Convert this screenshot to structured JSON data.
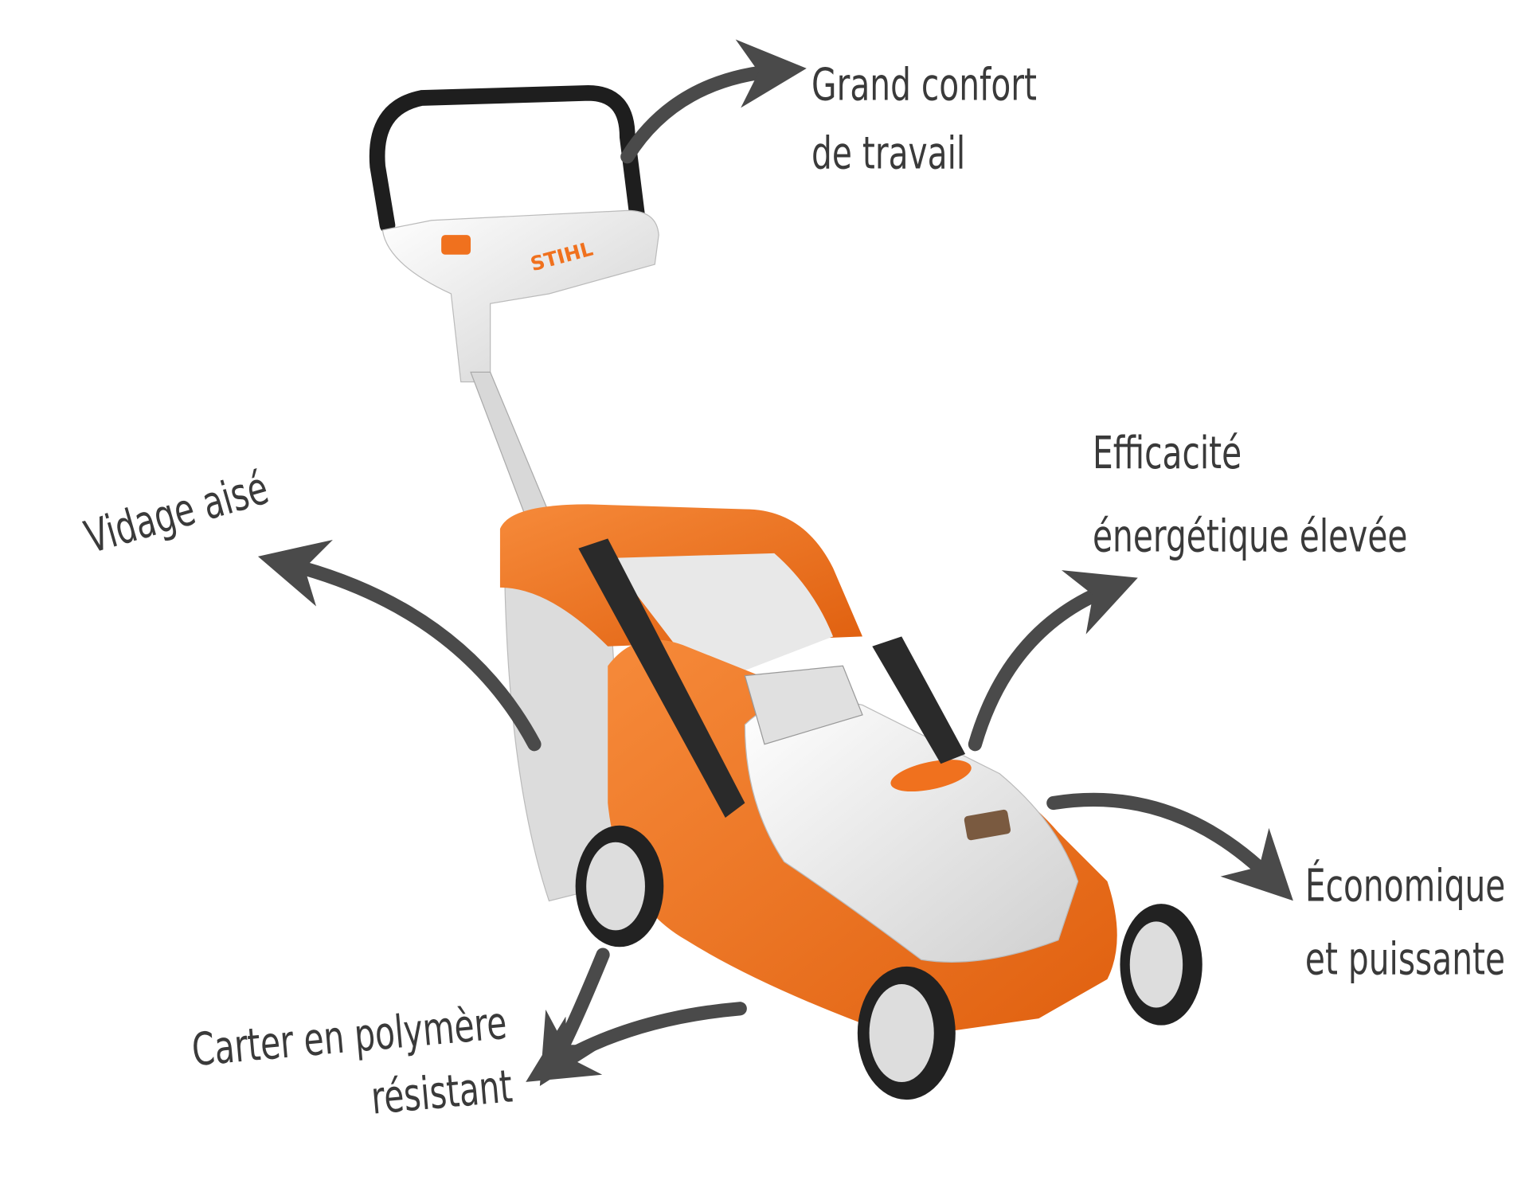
{
  "product": {
    "brand_logo": "STIHL",
    "accent_color": "#f0711e",
    "body_light_color": "#e6e6e6",
    "arrow_color": "#4a4a4a"
  },
  "features": [
    {
      "line1": "Grand confort",
      "line2": "de travail"
    },
    {
      "line1": "Vidage aisé"
    },
    {
      "line1": "Efficacité",
      "line2": "énergétique élevée"
    },
    {
      "line1": "Économique",
      "line2": "et puissante"
    },
    {
      "line1": "Carter en polymère",
      "line2": "résistant"
    }
  ]
}
